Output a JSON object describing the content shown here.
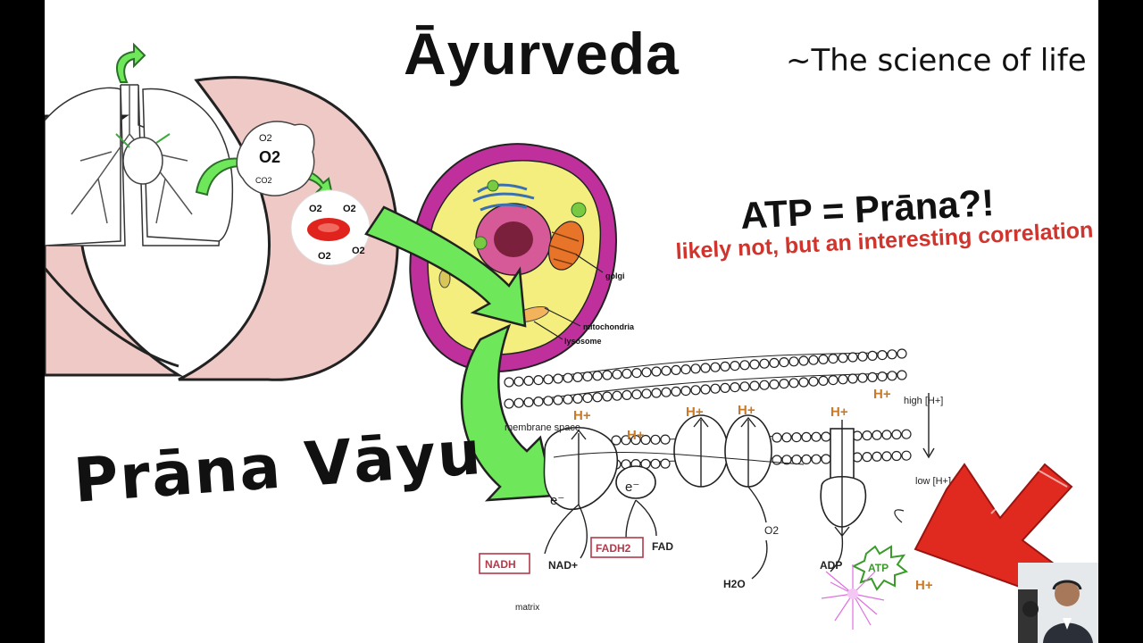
{
  "header": {
    "title": "Āyurveda",
    "subtitle": "~The science of life"
  },
  "callout": {
    "equation": "ATP = Prāna?!",
    "note": "likely not, but an interesting correlation"
  },
  "main_label": "Prāna Vāyu",
  "lungs": {
    "o2_labels": [
      "O2",
      "O2",
      "O2",
      "O2"
    ],
    "alveolus_labels": [
      "O2",
      "O2",
      "CO2"
    ]
  },
  "cell": {
    "labels": [
      "golgi",
      "mitochondria",
      "lysosome"
    ]
  },
  "etc": {
    "h_plus": [
      "H+",
      "H+",
      "H+",
      "H+",
      "H+",
      "H+",
      "H+"
    ],
    "electrons": [
      "e⁻",
      "e⁻"
    ],
    "membrane_label": "membrane space",
    "high_label": "high [H+]",
    "low_label": "low [H+]",
    "nadh": "NADH",
    "nad": "NAD+",
    "fadh2": "FADH2",
    "fad": "FAD",
    "o2": "O2",
    "h2o": "H2O",
    "adp": "ADP",
    "atp": "ATP",
    "matrix": "matrix"
  },
  "colors": {
    "pink_bg": "#efc9c6",
    "green_arrow": "#6ee85a",
    "red_arrow": "#e02a20",
    "note_red": "#d0342c",
    "h_orange": "#c77a2a",
    "cell_yellow": "#f4ee7e",
    "cell_magenta": "#c0309c"
  }
}
